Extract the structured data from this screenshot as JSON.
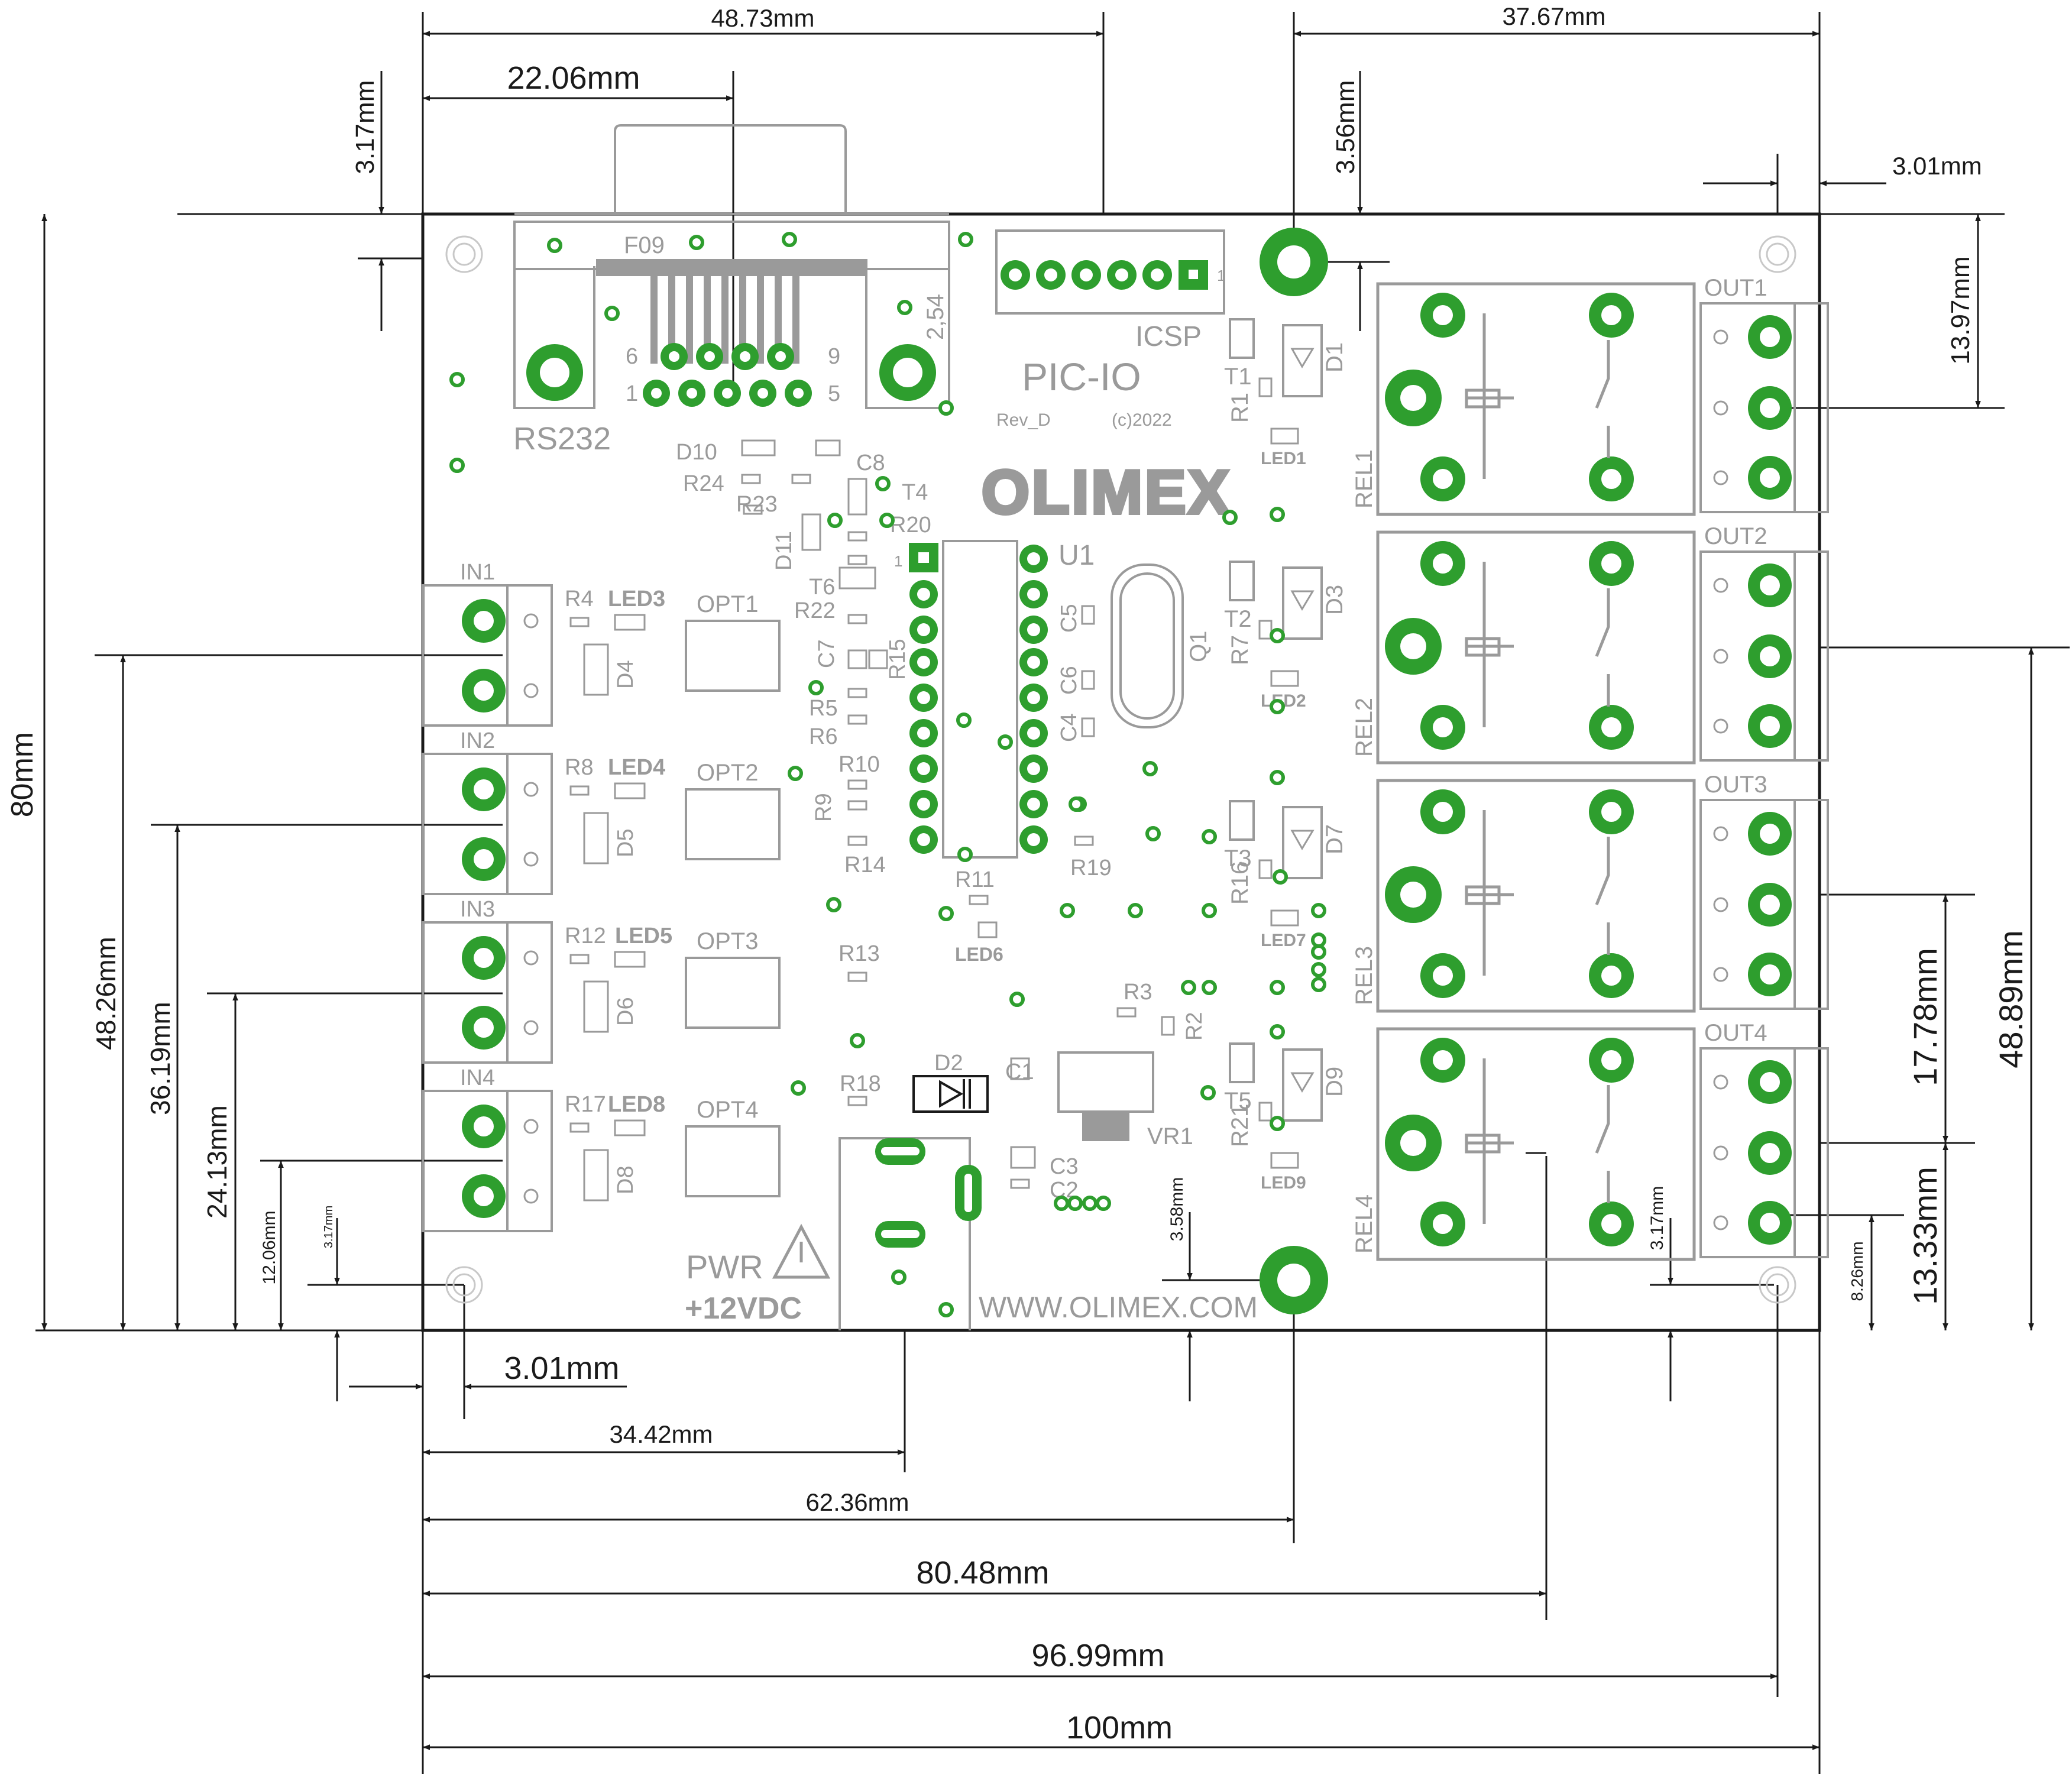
{
  "dimensions": {
    "d_48_73": "48.73mm",
    "d_37_67": "37.67mm",
    "d_22_06": "22.06mm",
    "d_3_17_top": "3.17mm",
    "d_3_56": "3.56mm",
    "d_3_01_top": "3.01mm",
    "d_13_97": "13.97mm",
    "d_80": "80mm",
    "d_48_26": "48.26mm",
    "d_36_19": "36.19mm",
    "d_24_13": "24.13mm",
    "d_12_06": "12.06mm",
    "d_3_17_small": "3.17mm",
    "d_48_89": "48.89mm",
    "d_17_78": "17.78mm",
    "d_13_33": "13.33mm",
    "d_8_26": "8.26mm",
    "d_3_17_right": "3.17mm",
    "d_3_58": "3.58mm",
    "d_3_01_bottom": "3.01mm",
    "d_34_42": "34.42mm",
    "d_62_36": "62.36mm",
    "d_80_48": "80.48mm",
    "d_96_99": "96.99mm",
    "d_100": "100mm"
  },
  "silkscreen": {
    "board_name": "PIC-IO",
    "revision": "Rev_D",
    "copyright": "(c)2022",
    "brand": "OLIMEX",
    "website": "WWW.OLIMEX.COM",
    "rs232": "RS232",
    "f09": "F09",
    "pitch": "2,54",
    "icsp": "ICSP",
    "pwr": "PWR",
    "voltage": "+12VDC",
    "u1": "U1",
    "q1": "Q1",
    "vr1": "VR1",
    "inputs": [
      "IN1",
      "IN2",
      "IN3",
      "IN4"
    ],
    "outputs": [
      "OUT1",
      "OUT2",
      "OUT3",
      "OUT4"
    ],
    "relays": [
      "REL1",
      "REL2",
      "REL3",
      "REL4"
    ],
    "opto": [
      "OPT1",
      "OPT2",
      "OPT3",
      "OPT4"
    ],
    "in_resistors": [
      "R4",
      "R8",
      "R12",
      "R17"
    ],
    "in_leds": [
      "LED3",
      "LED4",
      "LED5",
      "LED8"
    ],
    "in_diodes": [
      "D4",
      "D5",
      "D6",
      "D8"
    ],
    "relay_transistors": [
      "T1",
      "T2",
      "T3",
      "T5"
    ],
    "relay_resistors": [
      "R1",
      "R7",
      "R16",
      "R21"
    ],
    "relay_diodes": [
      "D1",
      "D3",
      "D7",
      "D9"
    ],
    "relay_leds": [
      "LED1",
      "LED2",
      "LED7",
      "LED9"
    ],
    "mid_labels": [
      "D10",
      "R24",
      "R23",
      "C8",
      "T4",
      "D11",
      "R20",
      "T6",
      "R22",
      "C7",
      "R15",
      "R5",
      "R6",
      "R10",
      "R9",
      "R14",
      "R11",
      "LED6",
      "R13",
      "R19",
      "C5",
      "C6",
      "C4",
      "R18",
      "D2",
      "C1",
      "C3",
      "C2",
      "R3",
      "R2"
    ],
    "pin_labels": [
      "6",
      "9",
      "1",
      "5",
      "1",
      "1"
    ]
  },
  "colors": {
    "board_outline": "#1a1a1a",
    "silkscreen": "#9a9a9a",
    "pad_green": "#2e9e2e",
    "pad_hole": "#ffffff",
    "dimension_line": "#1a1a1a"
  }
}
